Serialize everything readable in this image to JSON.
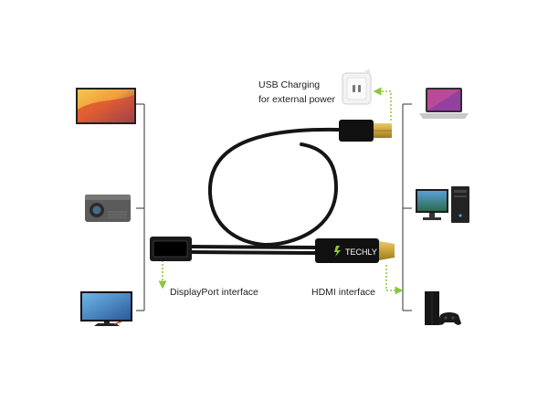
{
  "labels": {
    "usb_line1": "USB Charging",
    "usb_line2": "for external power",
    "displayport": "DisplayPort interface",
    "hdmi": "HDMI interface",
    "brand_logo": "TECHLY"
  },
  "colors": {
    "accent_green": "#8cc63f",
    "cable": "#151515",
    "connector_gold": "#c9a43a",
    "line_gray": "#333333"
  },
  "left_devices": [
    "tv-icon",
    "projector-icon",
    "monitor-icon"
  ],
  "right_devices": [
    "laptop-icon",
    "desktop-pc-icon",
    "game-console-icon"
  ]
}
